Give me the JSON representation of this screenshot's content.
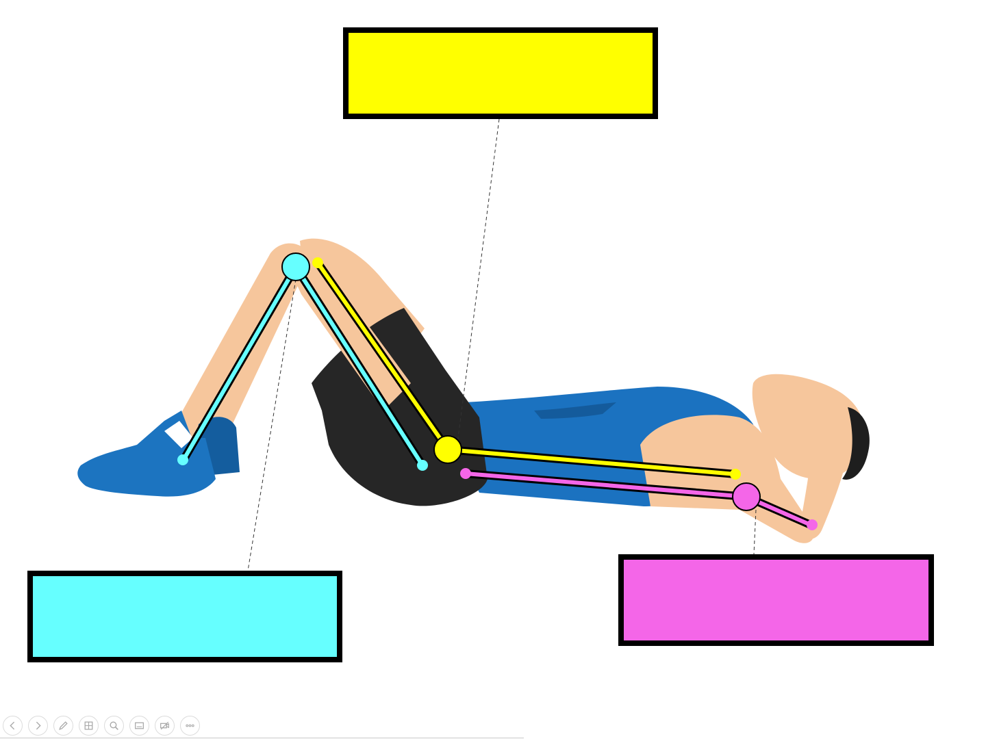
{
  "labels": {
    "top": {
      "text": "",
      "color": "#ffff00"
    },
    "left": {
      "text": "",
      "color": "#66ffff"
    },
    "right": {
      "text": "",
      "color": "#f466e8"
    }
  },
  "colors": {
    "skin": "#f6c69c",
    "skin_shadow": "#eaa57c",
    "shorts": "#262626",
    "shirt": "#1b72c0",
    "shirt_dark": "#145b9c",
    "shoe": "#1c74c0",
    "shoe_dark": "#145d9e",
    "hair": "#1e1e1e",
    "knee_joint": "#66ffff",
    "hip_joint": "#ffff00",
    "shoulder_joint": "#f466e8",
    "outline": "#000000",
    "leader_line": "#333333"
  },
  "toolbar": {
    "buttons": [
      {
        "name": "previous-slide",
        "icon": "arrow-left-icon"
      },
      {
        "name": "next-slide",
        "icon": "arrow-right-icon"
      },
      {
        "name": "pen",
        "icon": "pen-icon"
      },
      {
        "name": "see-all-slides",
        "icon": "slides-grid-icon"
      },
      {
        "name": "zoom",
        "icon": "magnifier-icon"
      },
      {
        "name": "subtitles",
        "icon": "subtitles-icon"
      },
      {
        "name": "camera",
        "icon": "camera-off-icon"
      },
      {
        "name": "more-options",
        "icon": "ellipsis-icon"
      }
    ]
  }
}
